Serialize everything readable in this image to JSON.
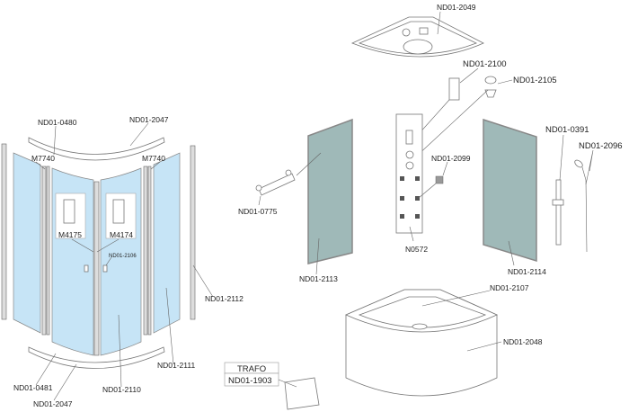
{
  "labels": {
    "ceiling": "ND01-2049",
    "control_panel": "ND01-2100",
    "overhead_shower": "ND01-2105",
    "column": "N0572",
    "jet": "ND01-2099",
    "left_back_glass": "ND01-2113",
    "shelf": "ND01-0775",
    "right_back_glass": "ND01-2114",
    "slide_bar": "ND01-0391",
    "hand_shower": "ND01-2096",
    "tray": "ND01-2107",
    "apron": "ND01-2048",
    "trafo_title": "TRAFO",
    "trafo_code": "ND01-1903",
    "top_roller": "ND01-0480",
    "top_rail": "ND01-2047",
    "seal_left": "M7740",
    "seal_right": "M7740",
    "magnet_left": "M4175",
    "magnet_right": "M4174",
    "handle": "ND01-2106",
    "wall_profile": "ND01-2112",
    "side_glass": "ND01-2111",
    "door_glass": "ND01-2110",
    "bottom_roller": "ND01-0481",
    "bottom_rail": "ND01-2047"
  }
}
